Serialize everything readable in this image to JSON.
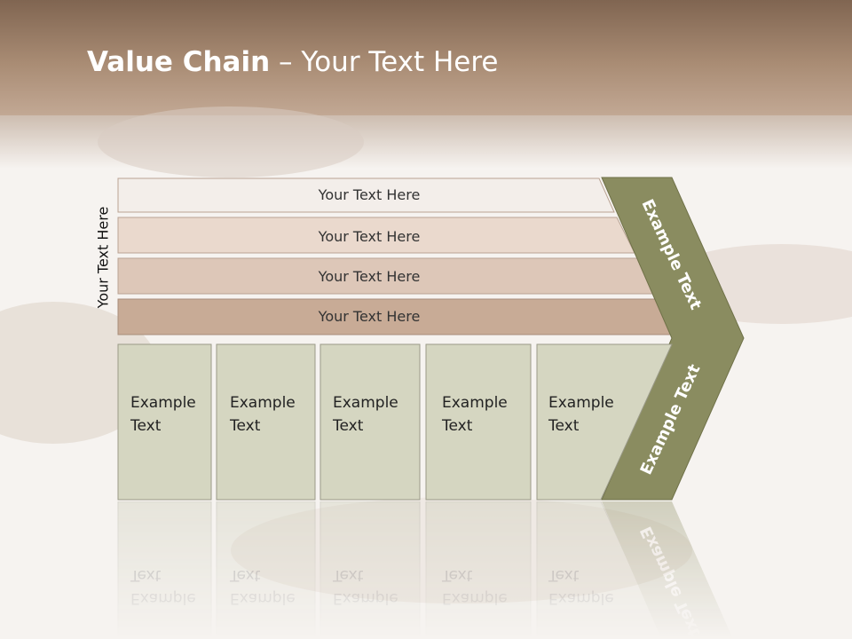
{
  "slide": {
    "title_bold": "Value Chain",
    "title_rest": " – Your Text Here",
    "side_label": "Your Text Here"
  },
  "bars": [
    {
      "label": "Your Text Here",
      "color": "#f3eeea"
    },
    {
      "label": "Your Text Here",
      "color": "#ead9cd"
    },
    {
      "label": "Your Text Here",
      "color": "#ddc7b8"
    },
    {
      "label": "Your Text Here",
      "color": "#c8ab96"
    }
  ],
  "columns": [
    {
      "line1": "Example",
      "line2": "Text"
    },
    {
      "line1": "Example",
      "line2": "Text"
    },
    {
      "line1": "Example",
      "line2": "Text"
    },
    {
      "line1": "Example",
      "line2": "Text"
    },
    {
      "line1": "Example",
      "line2": "Text"
    }
  ],
  "chevron": {
    "top_label": "Example Text",
    "bottom_label": "Example Text",
    "color": "#8a8c60"
  },
  "colors": {
    "header_band": "#a88a72",
    "column_fill": "#d5d6c1",
    "column_stroke": "#9a9a88"
  }
}
